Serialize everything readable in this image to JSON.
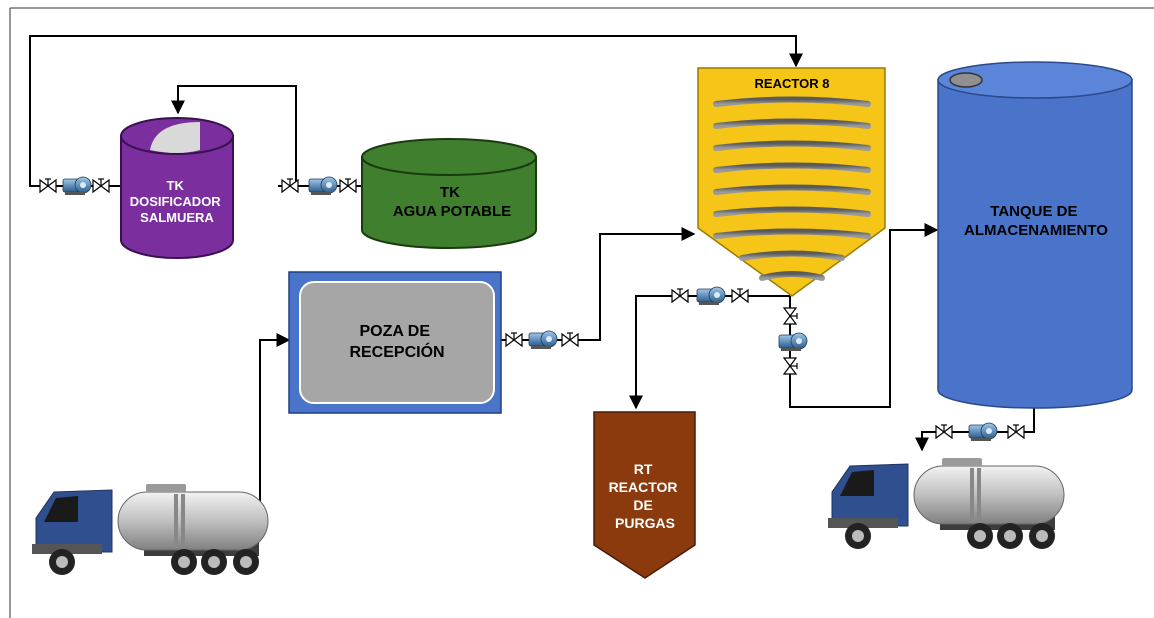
{
  "labels": {
    "brine_tank": [
      "TK",
      "DOSIFICADOR",
      "SALMUERA"
    ],
    "water_tank": [
      "TK",
      "AGUA POTABLE"
    ],
    "reactor": "REACTOR 8",
    "storage_tank": [
      "TANQUE DE",
      "ALMACENAMIENTO"
    ],
    "reception_pool": [
      "POZA DE",
      "RECEPCIÓN"
    ],
    "purge_reactor": [
      "RT",
      "REACTOR",
      "DE",
      "PURGAS"
    ]
  },
  "colors": {
    "brine_tank": "#7b2f9e",
    "water_tank": "#3f7f2e",
    "reactor": "#f5c518",
    "storage_tank": "#4a74c9",
    "reception_pool_frame": "#4a74c9",
    "reception_pool_inner": "#a6a6a6",
    "purge_reactor": "#8b3a0e",
    "truck_cab": "#2f4f8f",
    "pipe": "#000000"
  },
  "icons": [
    "valve-icon",
    "pump-icon",
    "tanker-truck-icon"
  ]
}
